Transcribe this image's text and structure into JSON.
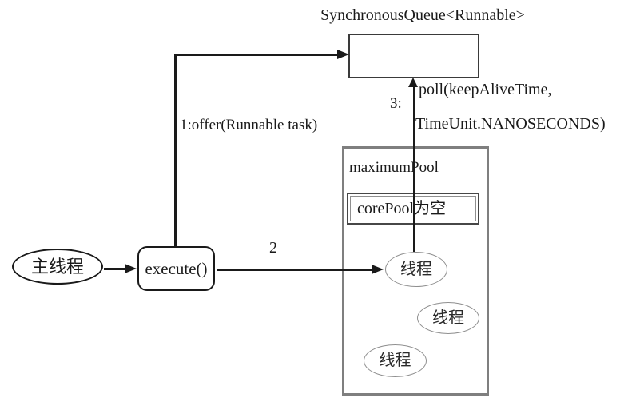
{
  "title": "SynchronousQueue<Runnable>",
  "nodes": {
    "main_thread": {
      "label": "主线程"
    },
    "execute": {
      "label": "execute()"
    },
    "maximum_pool": {
      "label": "maximumPool"
    },
    "core_pool": {
      "label": "corePool为空"
    },
    "threads": [
      {
        "label": "线程"
      },
      {
        "label": "线程"
      },
      {
        "label": "线程"
      }
    ]
  },
  "edges": {
    "offer": {
      "label": "1:offer(Runnable task)"
    },
    "dispatch": {
      "label": "2"
    },
    "poll": {
      "step": "3:",
      "line1": "poll(keepAliveTime,",
      "line2": "TimeUnit.NANOSECONDS)"
    }
  },
  "colors": {
    "background": "#ffffff",
    "line": "#1a1a1a",
    "text": "#1a1a1a",
    "pool_border": "#7f7f7f",
    "thread_ellipse_border": "#8f8f8f"
  }
}
